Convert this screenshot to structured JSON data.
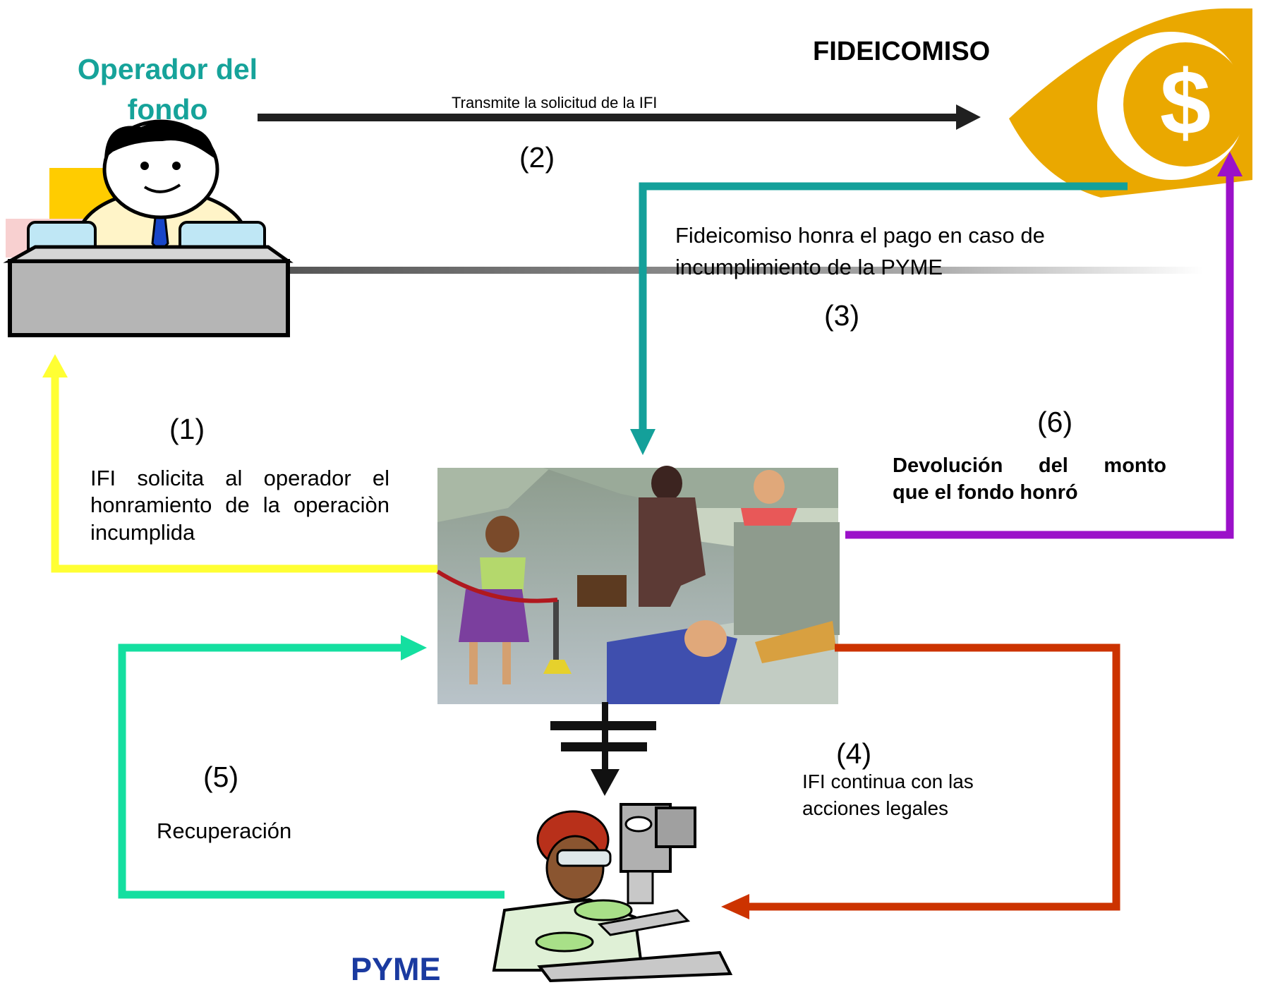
{
  "nodes": {
    "operator_title": "Operador del fondo",
    "fideicomiso_title": "FIDEICOMISO",
    "pyme_title": "PYME"
  },
  "steps": {
    "s1": {
      "num": "(1)",
      "text_line1": "IFI solicita al operador el",
      "text_line2": "honramiento de la operaciòn",
      "text_line3": "incumplida"
    },
    "s2": {
      "num": "(2)",
      "text": "Transmite la solicitud de la IFI"
    },
    "s3": {
      "num": "(3)",
      "text_line1": "Fideicomiso honra el pago en caso de",
      "text_line2": "incumplimiento de la PYME"
    },
    "s4": {
      "num": "(4)",
      "text_line1": "IFI continua con las",
      "text_line2": "acciones legales"
    },
    "s5": {
      "num": "(5)",
      "text": "Recuperación"
    },
    "s6": {
      "num": "(6)",
      "text_line1": "Devolución del monto",
      "text_line2": "que el fondo honró"
    }
  },
  "colors": {
    "teal_title": "#16a39a",
    "arrow_black": "#202020",
    "arrow_yellow": "#ffff33",
    "arrow_teal": "#14a09a",
    "arrow_purple": "#9b11c9",
    "arrow_mint": "#14dfa0",
    "arrow_red": "#cc3300",
    "pyme_blue": "#1a3aa0",
    "eye_gold": "#eaa800"
  },
  "icons": {
    "operator": "clerk-at-desk-icon",
    "fideicomiso": "dollar-eye-icon",
    "bank": "bank-counter-scene-icon",
    "pyme": "machinist-worker-icon",
    "blocked": "blocked-flow-symbol"
  }
}
